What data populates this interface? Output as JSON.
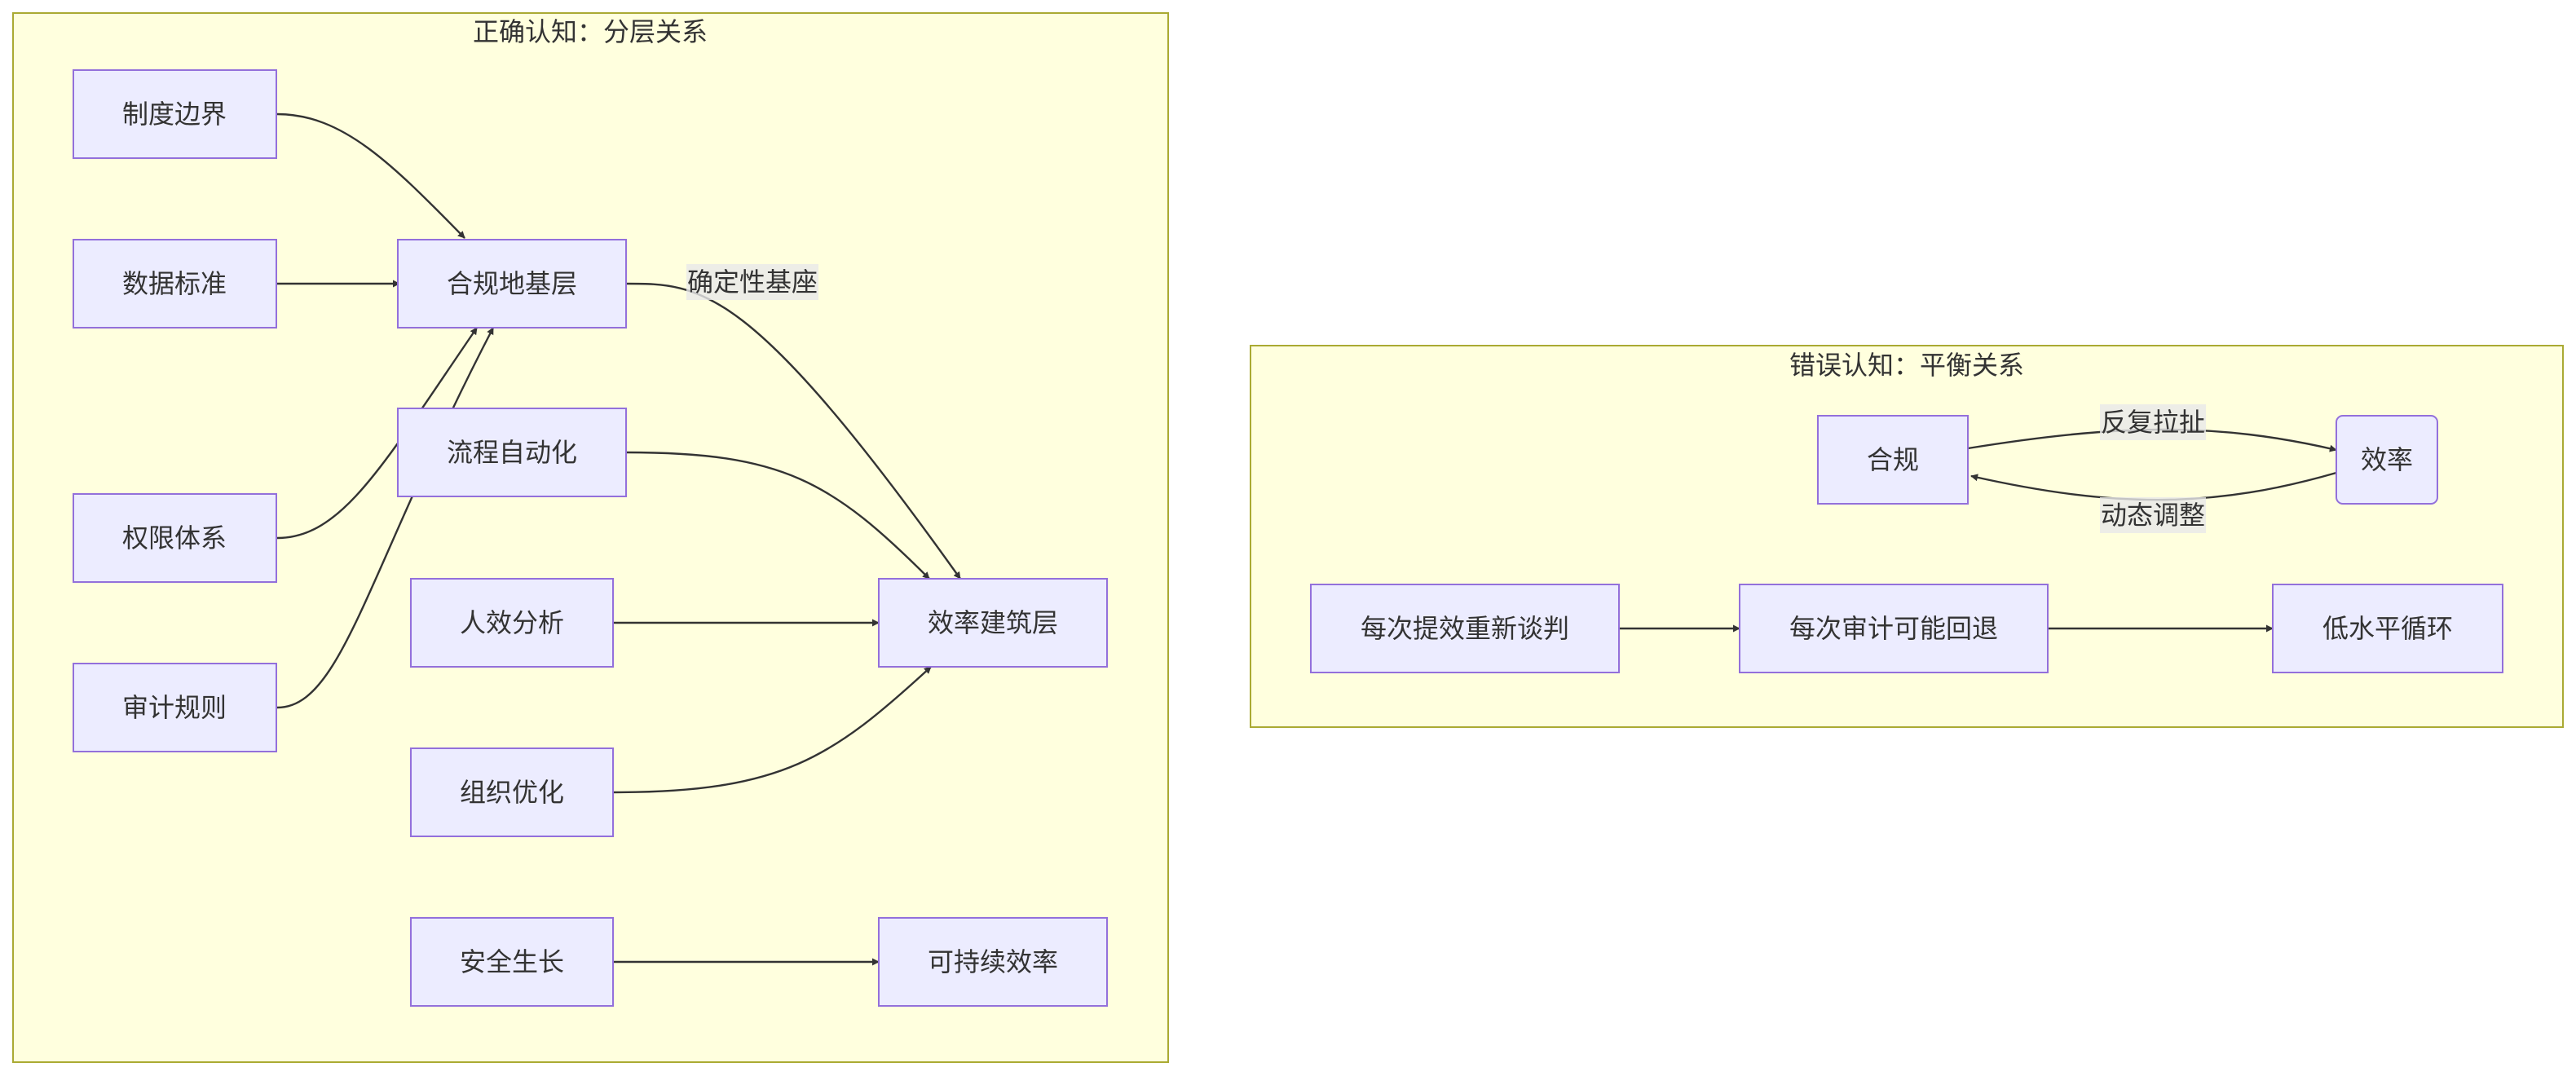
{
  "clusters": {
    "correct": {
      "title": "正确认知：分层关系"
    },
    "wrong": {
      "title": "错误认知：平衡关系"
    }
  },
  "nodes": {
    "zhidu": "制度边界",
    "shuju": "数据标准",
    "quanxian": "权限体系",
    "shenji": "审计规则",
    "hegui_base": "合规地基层",
    "liucheng": "流程自动化",
    "renxiao": "人效分析",
    "zuzhi": "组织优化",
    "anquan": "安全生长",
    "xiaolv_build": "效率建筑层",
    "kechixu": "可持续效率",
    "hegui": "合规",
    "xiaolv": "效率",
    "meici_tixiao": "每次提效重新谈判",
    "meici_shenji": "每次审计可能回退",
    "dishuiping": "低水平循环"
  },
  "edge_labels": {
    "queding": "确定性基座",
    "fanfu": "反复拉扯",
    "dongtai": "动态调整"
  }
}
